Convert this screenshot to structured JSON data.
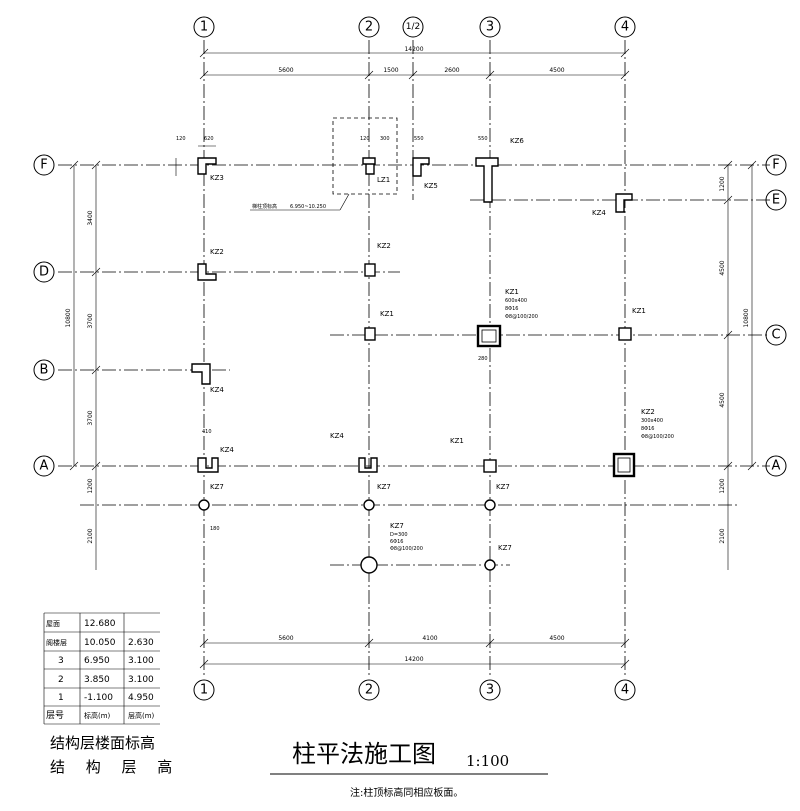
{
  "axes": {
    "top": [
      "1",
      "2",
      "1/2",
      "3",
      "4"
    ],
    "bottom": [
      "1",
      "2",
      "3",
      "4"
    ],
    "left": [
      "F",
      "D",
      "B",
      "A"
    ],
    "right": [
      "F",
      "E",
      "C",
      "A"
    ]
  },
  "dims": {
    "top_total": "14200",
    "top_spans": [
      "5600",
      "1500",
      "2600",
      "4500"
    ],
    "bottom_total": "14200",
    "bottom_spans": [
      "5600",
      "4100",
      "4500"
    ],
    "left_total": "10800",
    "left_spans": [
      "3400",
      "3700",
      "3700"
    ],
    "left_lower": [
      "1200",
      "2100"
    ],
    "right_total": "10800",
    "right_spans": [
      "1200",
      "4500",
      "4500"
    ],
    "right_lower": [
      "1200",
      "2100"
    ]
  },
  "columns": {
    "kz1": "KZ1",
    "kz1_spec": [
      "600x400",
      "8Φ16",
      "Φ8@100/200"
    ],
    "kz2": "KZ2",
    "kz2_spec": [
      "300x400",
      "8Φ16",
      "Φ8@100/200"
    ],
    "kz3": "KZ3",
    "kz4": "KZ4",
    "kz5": "KZ5",
    "kz6": "KZ6",
    "kz7": "KZ7",
    "kz7_spec": [
      "D=300",
      "6Φ16",
      "Φ8@100/200"
    ],
    "lz1": "LZ1",
    "lz_note": "梯柱顶标高",
    "lz_range": "6.950~10.250"
  },
  "small_dims": {
    "a": "120",
    "b": "300",
    "c": "620",
    "d": "550",
    "e": "410",
    "f": "280",
    "g": "180"
  },
  "table": {
    "rows": [
      {
        "floor": "屋面",
        "elev": "12.680",
        "height": ""
      },
      {
        "floor": "阁楼层",
        "elev": "10.050",
        "height": "2.630"
      },
      {
        "floor": "3",
        "elev": "6.950",
        "height": "3.100"
      },
      {
        "floor": "2",
        "elev": "3.850",
        "height": "3.100"
      },
      {
        "floor": "1",
        "elev": "-1.100",
        "height": "4.950"
      }
    ],
    "head_floor": "层号",
    "head_elev": "标高(m)",
    "head_height": "层高(m)"
  },
  "caption": {
    "line1": "结构层楼面标高",
    "line2": "结 构 层 高"
  },
  "title": {
    "main": "柱平法施工图",
    "scale": "1:100",
    "note": "注:柱顶标高同相应板面。"
  }
}
